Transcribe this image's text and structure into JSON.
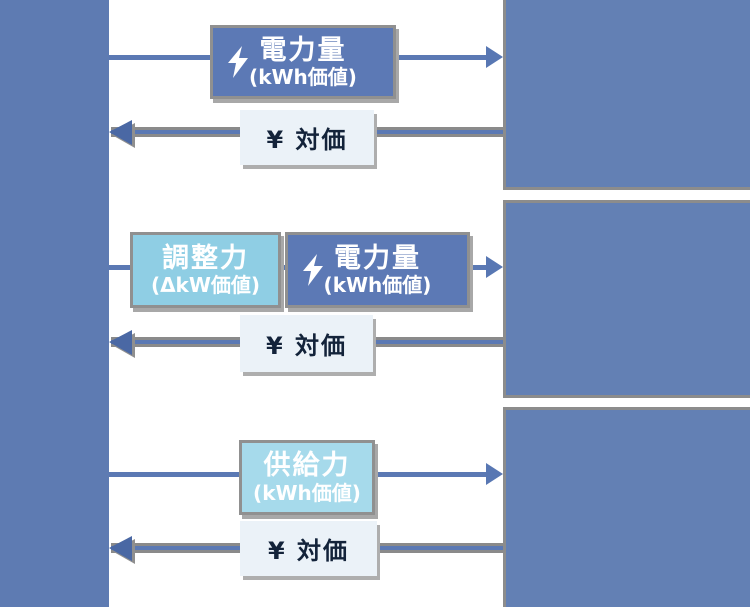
{
  "colors": {
    "sidebar_blue": "#5E7BB2",
    "right_panel_blue": "#6380B4",
    "energy_box_blue": "#5C79B5",
    "adjustment_box_light_blue": "#8FCEE4",
    "supply_box_light_blue": "#A6DAEB",
    "flow_line_blue": "#5B79B4",
    "arrow_blue": "#4A68A4",
    "border_shadow_gray": "#8C8C8C",
    "price_box_bg": "#EBF2F8",
    "price_text_navy": "#13233A",
    "background": "#FFFFFF"
  },
  "rows": [
    {
      "commodity": {
        "label": "電力量",
        "sublabel": "(kWh価値)",
        "icon": "lightning"
      },
      "price": {
        "label": "¥ 対価"
      }
    },
    {
      "adjustment": {
        "label": "調整力",
        "sublabel": "(ΔkW価値)"
      },
      "commodity": {
        "label": "電力量",
        "sublabel": "(kWh価値)",
        "icon": "lightning"
      },
      "price": {
        "label": "¥ 対価"
      }
    },
    {
      "supply": {
        "label": "供給力",
        "sublabel": "(kWh価値)"
      },
      "price": {
        "label": "¥ 対価"
      }
    }
  ]
}
